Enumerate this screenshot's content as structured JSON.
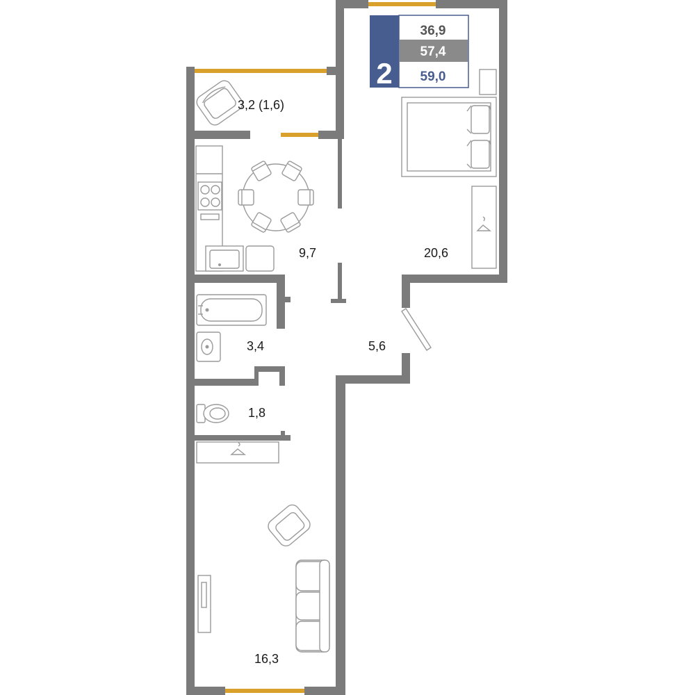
{
  "badge": {
    "rooms": "2",
    "living_area": "36,9",
    "total_area": "57,4",
    "total_with_balcony": "59,0"
  },
  "rooms": {
    "balcony": "3,2 (1,6)",
    "kitchen": "9,7",
    "bedroom": "20,6",
    "bathroom": "3,4",
    "hall": "5,6",
    "toilet": "1,8",
    "living_room": "16,3"
  },
  "colors": {
    "wall": "#7b7b7b",
    "window": "#d9a12b",
    "badge_blue": "#475c8f",
    "badge_grey": "#8a8a8a",
    "badge_blue_text": "#475c8f",
    "text_dark": "#555555"
  }
}
